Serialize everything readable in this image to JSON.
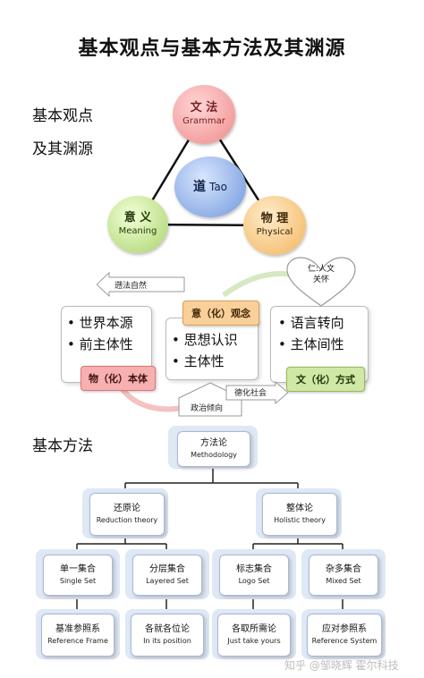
{
  "title": "基本观点与基本方法及其渊源",
  "labels": {
    "basic_views": "基本观点",
    "origins": "及其渊源",
    "basic_methods": "基本方法"
  },
  "triangle": {
    "grammar": {
      "zh": "文 法",
      "en": "Grammar"
    },
    "tao": {
      "zh": "道",
      "en": "Tao"
    },
    "meaning": {
      "zh": "意 义",
      "en": "Meaning"
    },
    "physical": {
      "zh": "物 理",
      "en": "Physical"
    }
  },
  "views": {
    "heart": "仁:人文\n关怀",
    "arrow_left": "遡法自然",
    "arrow_bottom": "政治倾向",
    "arrow_right": "德化社会",
    "left_box": {
      "items": [
        "世界本源",
        "前主体性"
      ],
      "tag": "物（化）本体"
    },
    "middle_box": {
      "items": [
        "思想认识",
        "主体性"
      ],
      "tag": "意（化）观念"
    },
    "right_box": {
      "items": [
        "语言转向",
        "主体间性"
      ],
      "tag": "文（化）方式"
    }
  },
  "tree": {
    "root": {
      "zh": "方法论",
      "en": "Methodology"
    },
    "level1": [
      {
        "zh": "还原论",
        "en": "Reduction theory"
      },
      {
        "zh": "整体论",
        "en": "Holistic theory"
      }
    ],
    "level2": [
      {
        "zh": "单一集合",
        "en": "Single Set"
      },
      {
        "zh": "分层集合",
        "en": "Layered Set"
      },
      {
        "zh": "标志集合",
        "en": "Logo Set"
      },
      {
        "zh": "杂多集合",
        "en": "Mixed Set"
      }
    ],
    "level3": [
      {
        "zh": "基准参照系",
        "en": "Reference Frame"
      },
      {
        "zh": "各就各位论",
        "en": "In its position"
      },
      {
        "zh": "各取所需论",
        "en": "Just take yours"
      },
      {
        "zh": "应对参照系",
        "en": "Reference System"
      }
    ]
  },
  "watermark": "知乎 @邹晓辉 霍尔科技",
  "colors": {
    "grammar": "#f08a8a",
    "tao": "#6f97db",
    "meaning": "#a9d36a",
    "physical": "#f2b45a",
    "node_border": "#aab8d6"
  }
}
